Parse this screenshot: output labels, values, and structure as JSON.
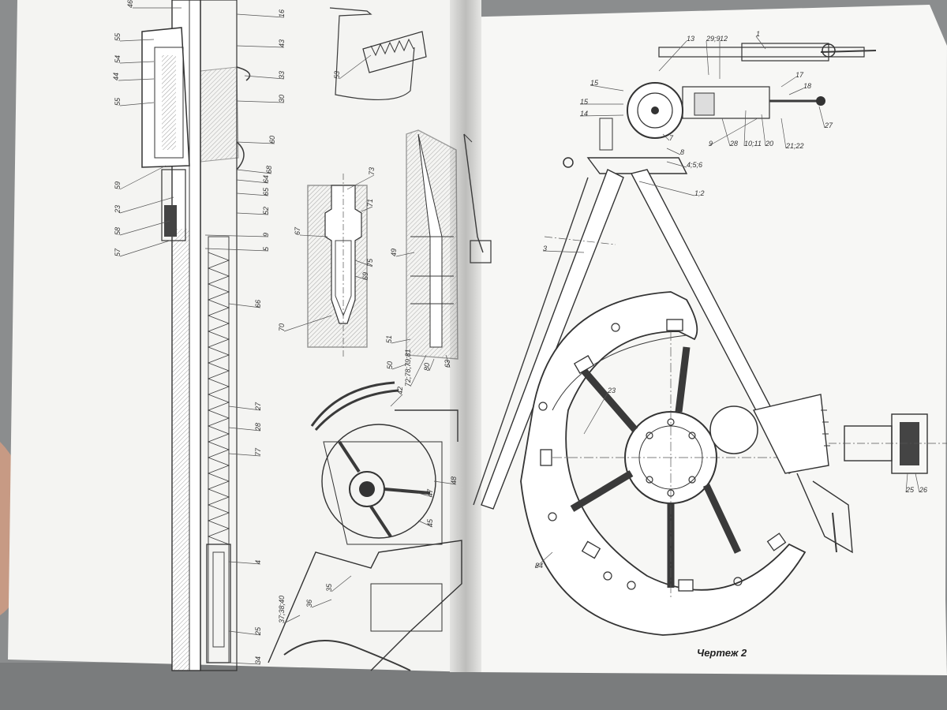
{
  "caption": "Чертеж 2",
  "left_page": {
    "barrel_callouts": [
      "46",
      "16",
      "55",
      "43",
      "54",
      "44",
      "33",
      "55",
      "30",
      "60",
      "59",
      "68",
      "23",
      "65",
      "64",
      "58",
      "52",
      "57",
      "9",
      "5",
      "66",
      "27",
      "28",
      "77",
      "4",
      "25",
      "34"
    ],
    "detail_callouts": [
      "53",
      "73",
      "67",
      "71",
      "75",
      "69",
      "70",
      "49",
      "51",
      "50",
      "72;78;79;81",
      "80",
      "63",
      "42",
      "48",
      "47",
      "45",
      "35",
      "36",
      "37;38;40"
    ]
  },
  "right_page": {
    "mechanism_callouts": [
      "13",
      "29;9",
      "12",
      "1",
      "15",
      "17",
      "15",
      "18",
      "14",
      "27",
      "7",
      "28",
      "10;11",
      "20",
      "9",
      "21;22",
      "8",
      "4;5;6",
      "1;2",
      "3"
    ],
    "tripod_callouts": [
      "23",
      "84",
      "25",
      "26"
    ]
  },
  "colors": {
    "paper": "#f6f6f4",
    "background": "#8b8d8e",
    "ink": "#333333"
  }
}
